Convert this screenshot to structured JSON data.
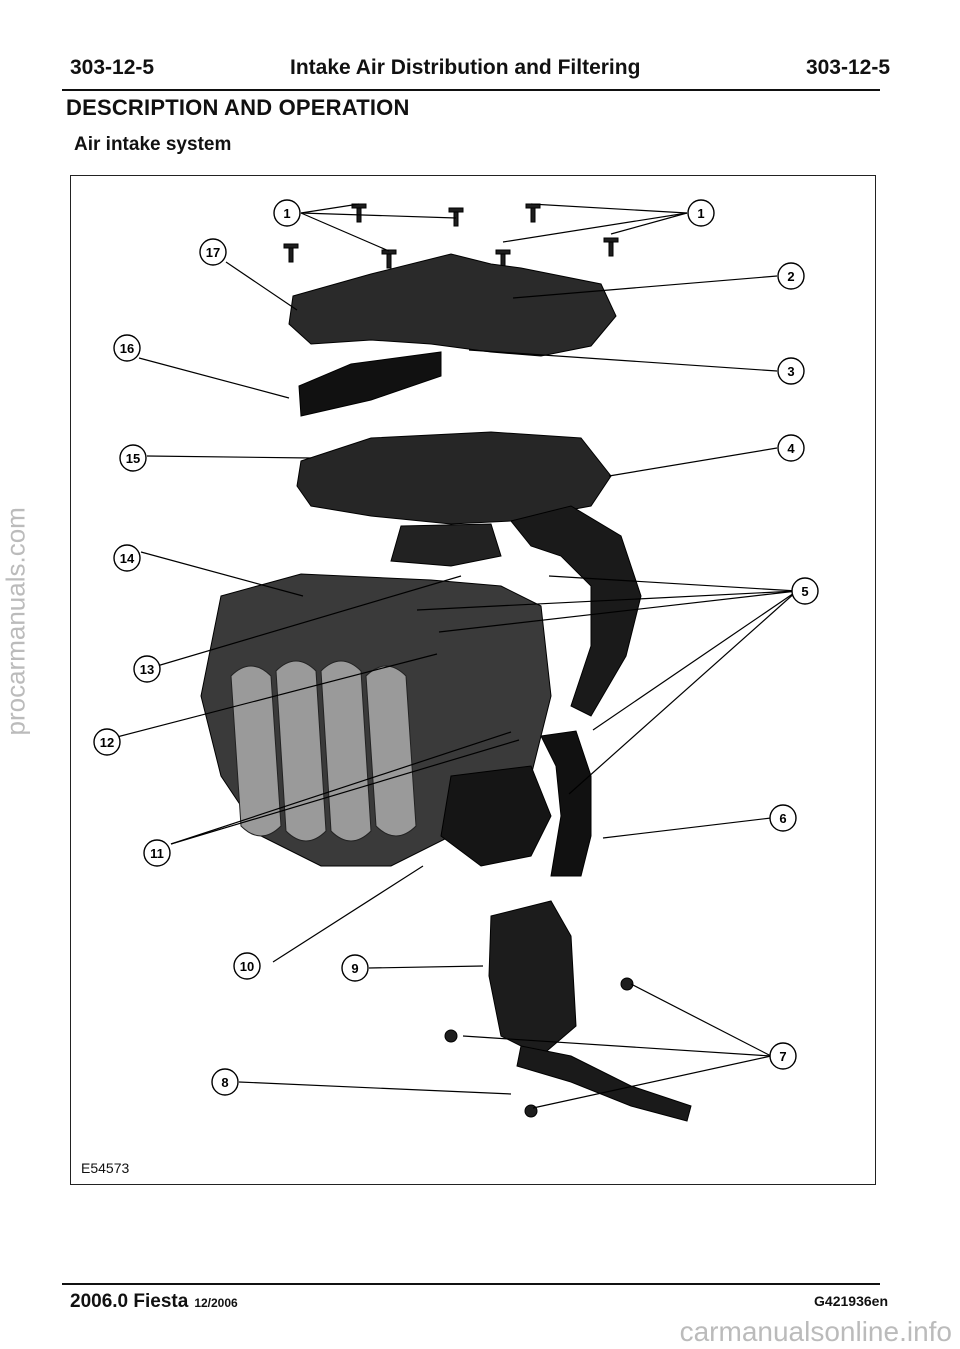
{
  "header": {
    "page_left": "303-12-5",
    "title": "Intake Air Distribution and Filtering",
    "page_right": "303-12-5"
  },
  "section_title": "DESCRIPTION AND OPERATION",
  "subsection_title": "Air intake system",
  "figure": {
    "id": "E54573",
    "callouts": [
      "1",
      "1",
      "2",
      "3",
      "4",
      "5",
      "6",
      "7",
      "8",
      "9",
      "10",
      "11",
      "12",
      "13",
      "14",
      "15",
      "16",
      "17"
    ]
  },
  "footer": {
    "model": "2006.0 Fiesta",
    "date": "12/2006",
    "doc_code": "G421936en"
  },
  "watermarks": {
    "side": "procarmanuals.com",
    "bottom": "carmanualsonline.info"
  }
}
